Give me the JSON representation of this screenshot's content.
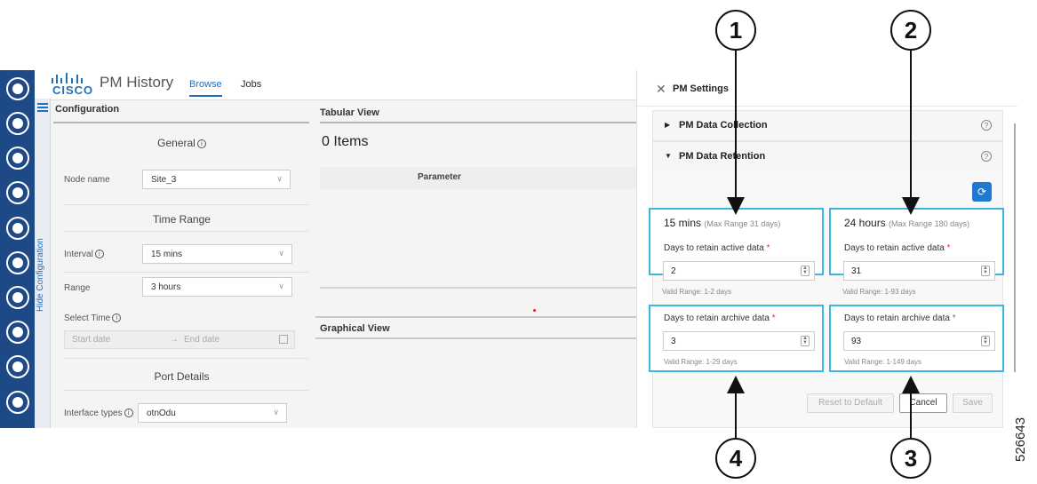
{
  "app": {
    "brand": "CISCO",
    "title": "PM History",
    "tabs": [
      "Browse",
      "Jobs"
    ],
    "active_tab": "Browse"
  },
  "sidebar": {
    "hide_label": "Hide Configuration",
    "icons": [
      "globe-icon",
      "settings-icon",
      "device-icon",
      "inventory-icon",
      "search-icon",
      "play-icon",
      "clock-icon",
      "target-icon",
      "network-icon",
      "monitor-icon"
    ]
  },
  "config": {
    "heading": "Configuration",
    "general": "General",
    "node_name_label": "Node name",
    "node_name_value": "Site_3",
    "time_range": "Time Range",
    "interval_label": "Interval",
    "interval_value": "15 mins",
    "range_label": "Range",
    "range_value": "3 hours",
    "select_time_label": "Select Time",
    "start_placeholder": "Start date",
    "arrow": "→",
    "end_placeholder": "End date",
    "port_details": "Port Details",
    "interface_label": "Interface types",
    "interface_value": "otnOdu"
  },
  "tabular": {
    "heading": "Tabular View",
    "items": "0 Items",
    "column": "Parameter"
  },
  "graphical": {
    "heading": "Graphical View"
  },
  "drawer": {
    "title": "PM Settings",
    "collection": "PM Data Collection",
    "retention": "PM Data Retention",
    "box1": {
      "title": "15 mins",
      "range_note": "(Max Range 31 days)",
      "active_label": "Days to retain active data",
      "active_value": "2",
      "active_valid": "Valid Range: 1-2 days",
      "archive_label": "Days to retain archive data",
      "archive_value": "3",
      "archive_valid": "Valid Range: 1-29 days"
    },
    "box2": {
      "title": "24 hours",
      "range_note": "(Max Range 180 days)",
      "active_label": "Days to retain active data",
      "active_value": "31",
      "active_valid": "Valid Range: 1-93 days",
      "archive_label": "Days to retain archive data",
      "archive_value": "93",
      "archive_valid": "Valid Range: 1-149 days"
    },
    "buttons": {
      "reset": "Reset to Default",
      "cancel": "Cancel",
      "save": "Save"
    }
  },
  "callouts": [
    "1",
    "2",
    "3",
    "4"
  ],
  "figure_id": "526643",
  "colors": {
    "accent": "#1f78d1",
    "highlight": "#3cb7de",
    "rail": "#1d4a86"
  }
}
